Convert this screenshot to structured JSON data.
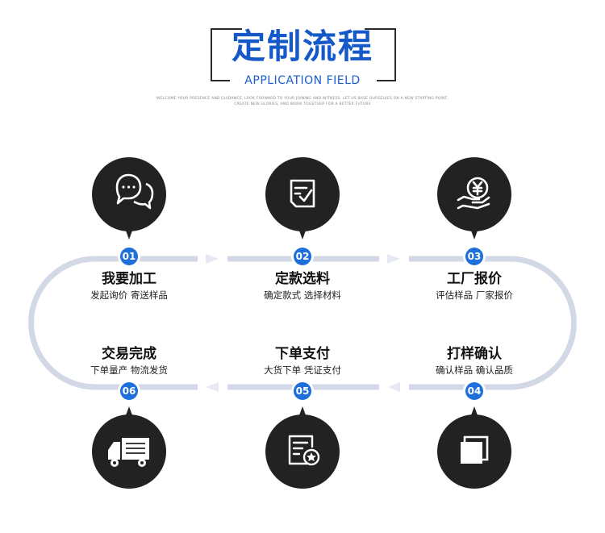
{
  "header": {
    "title": "定制流程",
    "subtitle": "APPLICATION FIELD",
    "tagline_1": "WELCOME YOUR PRESENCE AND GUIDANCE, LOOK FORWARD TO YOUR JOINING AND WITNESS. LET US BASE OURSELVES ON A NEW STARTING POINT,",
    "tagline_2": "CREATE NEW GLORIES, AND WORK TOGETHER FOR A BETTER FUTURE"
  },
  "colors": {
    "accent": "#1559c9",
    "badge": "#1e6fd9",
    "circle": "#222222",
    "track": "#d3d8e6",
    "arrow": "#eef1f7"
  },
  "steps": [
    {
      "number": "01",
      "title": "我要加工",
      "subtitle": "发起询价 寄送样品",
      "icon": "chat-bubbles-icon"
    },
    {
      "number": "02",
      "title": "定款选料",
      "subtitle": "确定款式 选择材料",
      "icon": "checklist-icon"
    },
    {
      "number": "03",
      "title": "工厂报价",
      "subtitle": "评估样品 厂家报价",
      "icon": "yuan-hand-icon"
    },
    {
      "number": "04",
      "title": "打样确认",
      "subtitle": "确认样品 确认品质",
      "icon": "stacked-squares-icon"
    },
    {
      "number": "05",
      "title": "下单支付",
      "subtitle": "大货下单 凭证支付",
      "icon": "certificate-icon"
    },
    {
      "number": "06",
      "title": "交易完成",
      "subtitle": "下单量产 物流发货",
      "icon": "truck-icon"
    }
  ]
}
